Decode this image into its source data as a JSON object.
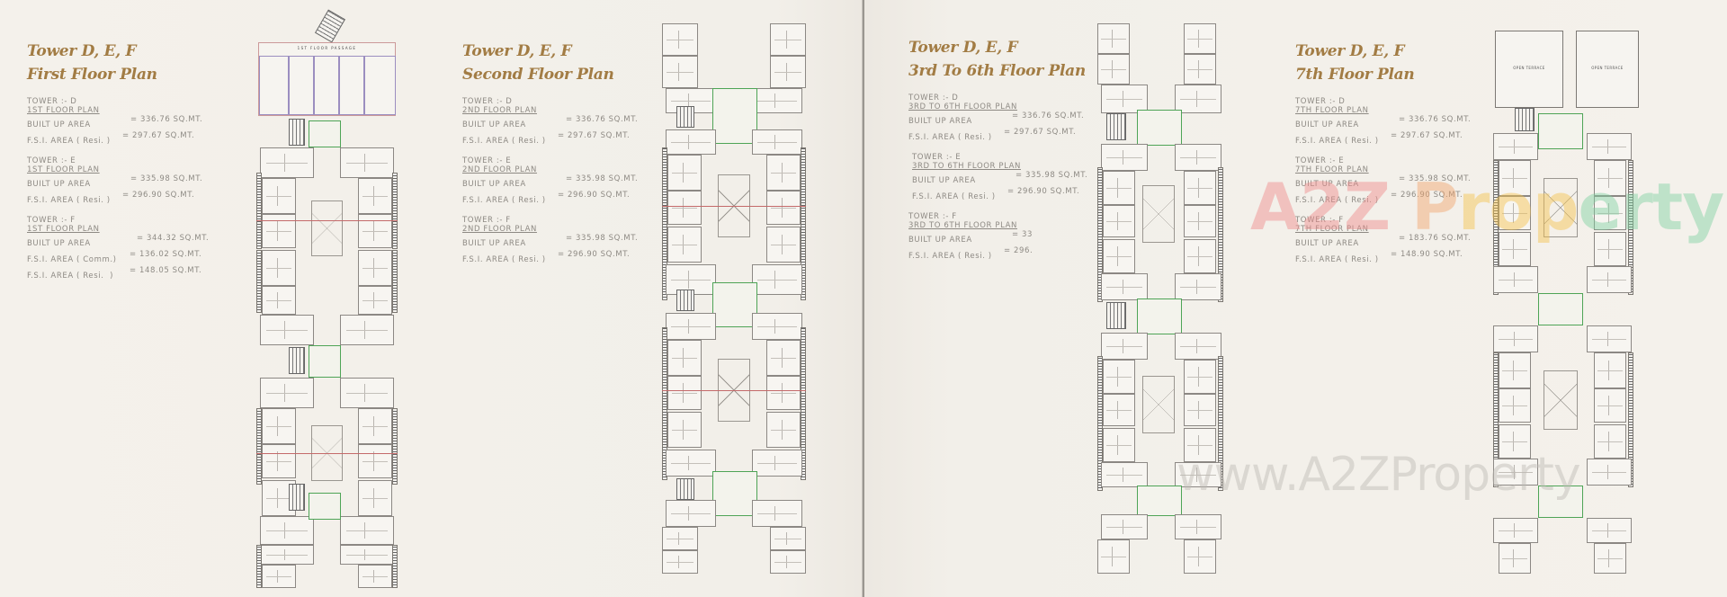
{
  "panels": [
    {
      "title_line1": "Tower D, E, F",
      "title_line2": "First Floor Plan",
      "towers": [
        {
          "tower": "TOWER :- D",
          "plan": "1ST FLOOR PLAN",
          "rows": [
            {
              "label": "BUILT UP AREA",
              "value": "= 336.76 SQ.MT."
            },
            {
              "label": "F.S.I. AREA ( Resi. )",
              "value": "= 297.67 SQ.MT."
            }
          ]
        },
        {
          "tower": "TOWER :- E",
          "plan": "1ST FLOOR PLAN",
          "rows": [
            {
              "label": "BUILT UP AREA",
              "value": "= 335.98 SQ.MT."
            },
            {
              "label": "F.S.I. AREA ( Resi. )",
              "value": "= 296.90 SQ.MT."
            }
          ]
        },
        {
          "tower": "TOWER :- F",
          "plan": "1ST FLOOR PLAN",
          "rows": [
            {
              "label": "BUILT UP AREA",
              "value": "= 344.32 SQ.MT."
            },
            {
              "label": "F.S.I. AREA ( Comm.)",
              "value": "= 136.02 SQ.MT."
            },
            {
              "label": "F.S.I. AREA ( Resi.  )",
              "value": "= 148.05 SQ.MT."
            }
          ]
        }
      ],
      "drawing_label": "1ST FLOOR PASSAGE"
    },
    {
      "title_line1": "Tower D, E, F",
      "title_line2": "Second Floor Plan",
      "towers": [
        {
          "tower": "TOWER :- D",
          "plan": "2ND FLOOR PLAN",
          "rows": [
            {
              "label": "BUILT UP AREA",
              "value": "= 336.76 SQ.MT."
            },
            {
              "label": "F.S.I. AREA ( Resi. )",
              "value": "= 297.67 SQ.MT."
            }
          ]
        },
        {
          "tower": "TOWER :- E",
          "plan": "2ND FLOOR PLAN",
          "rows": [
            {
              "label": "BUILT UP AREA",
              "value": "= 335.98 SQ.MT."
            },
            {
              "label": "F.S.I. AREA ( Resi. )",
              "value": "= 296.90 SQ.MT."
            }
          ]
        },
        {
          "tower": "TOWER :- F",
          "plan": "2ND FLOOR PLAN",
          "rows": [
            {
              "label": "BUILT UP AREA",
              "value": "= 335.98 SQ.MT."
            },
            {
              "label": "F.S.I. AREA ( Resi. )",
              "value": "= 296.90 SQ.MT."
            }
          ]
        }
      ]
    },
    {
      "title_line1": "Tower D, E, F",
      "title_line2": "3rd To 6th Floor Plan",
      "towers": [
        {
          "tower": "TOWER :- D",
          "plan": "3RD TO 6TH FLOOR PLAN",
          "rows": [
            {
              "label": "BUILT UP AREA",
              "value": "= 336.76 SQ.MT."
            },
            {
              "label": "F.S.I. AREA ( Resi. )",
              "value": "= 297.67 SQ.MT."
            }
          ]
        },
        {
          "tower": "TOWER :- E",
          "plan": "3RD TO 6TH FLOOR PLAN",
          "rows": [
            {
              "label": "BUILT UP AREA",
              "value": "= 335.98 SQ.MT."
            },
            {
              "label": "F.S.I. AREA ( Resi. )",
              "value": "= 296.90 SQ.MT."
            }
          ]
        },
        {
          "tower": "TOWER :- F",
          "plan": "3RD TO 6TH FLOOR PLAN",
          "rows": [
            {
              "label": "BUILT UP AREA",
              "value": "= 33"
            },
            {
              "label": "F.S.I. AREA ( Resi. )",
              "value": "= 296."
            }
          ]
        }
      ]
    },
    {
      "title_line1": "Tower D, E, F",
      "title_line2": "7th Floor Plan",
      "towers": [
        {
          "tower": "TOWER :- D",
          "plan": "7TH FLOOR PLAN",
          "rows": [
            {
              "label": "BUILT UP AREA",
              "value": "= 336.76 SQ.MT."
            },
            {
              "label": "F.S.I. AREA ( Resi. )",
              "value": "= 297.67 SQ.MT."
            }
          ]
        },
        {
          "tower": "TOWER :- E",
          "plan": "7TH FLOOR PLAN",
          "rows": [
            {
              "label": "BUILT UP AREA",
              "value": "= 335.98 SQ.MT."
            },
            {
              "label": "F.S.I. AREA ( Resi. )",
              "value": "= 296.90 SQ.MT."
            }
          ]
        },
        {
          "tower": "TOWER :- F",
          "plan": "7TH FLOOR PLAN",
          "rows": [
            {
              "label": "BUILT UP AREA",
              "value": "= 183.76 SQ.MT."
            },
            {
              "label": "F.S.I. AREA ( Resi. )",
              "value": "= 148.90 SQ.MT."
            }
          ]
        }
      ],
      "terrace_labels": [
        "OPEN TERRACE",
        "OPEN TERRACE"
      ]
    }
  ],
  "watermark": {
    "logo_letters": [
      "A",
      "2",
      "Z",
      " ",
      "P",
      "r",
      "o",
      "p",
      "e",
      "rty"
    ],
    "logo_text": "A2Z Property",
    "url": "www.A2ZProperty"
  },
  "colors": {
    "title": "#a27c44",
    "spec_text": "#8e8a84",
    "background": "#f2efe9",
    "core_green": "#4ea456",
    "accent_magenta": "#d35ed3"
  }
}
